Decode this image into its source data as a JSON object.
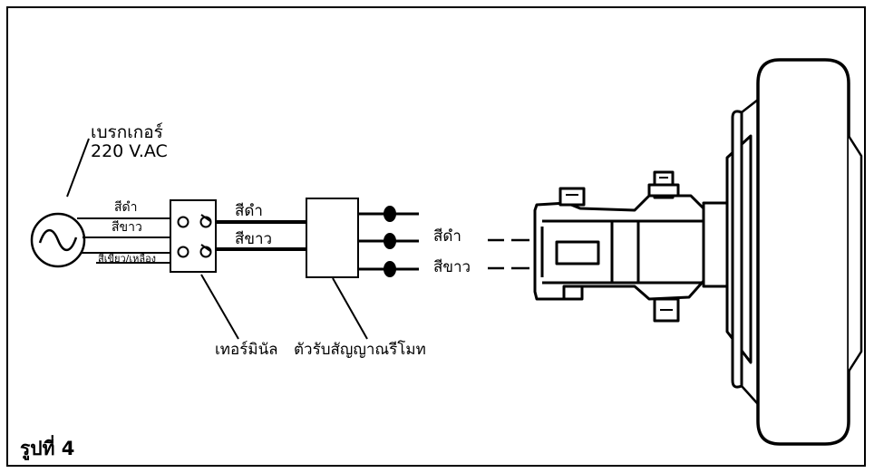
{
  "diagram": {
    "breaker_label": "เบรกเกอร์",
    "voltage_label": "220 V.AC",
    "wire_black_in": "สีดำ",
    "wire_white_in": "สีขาว",
    "wire_ground_in": "สีเขียว/เหลือง",
    "wire_black_mid": "สีดำ",
    "wire_white_mid": "สีขาว",
    "wire_black_out": "สีดำ",
    "wire_white_out": "สีขาว",
    "terminal_label": "เทอร์มินัล",
    "receiver_label": "ตัวรับสัญญาณรีโมท",
    "figure_caption": "รูปที่ 4"
  }
}
